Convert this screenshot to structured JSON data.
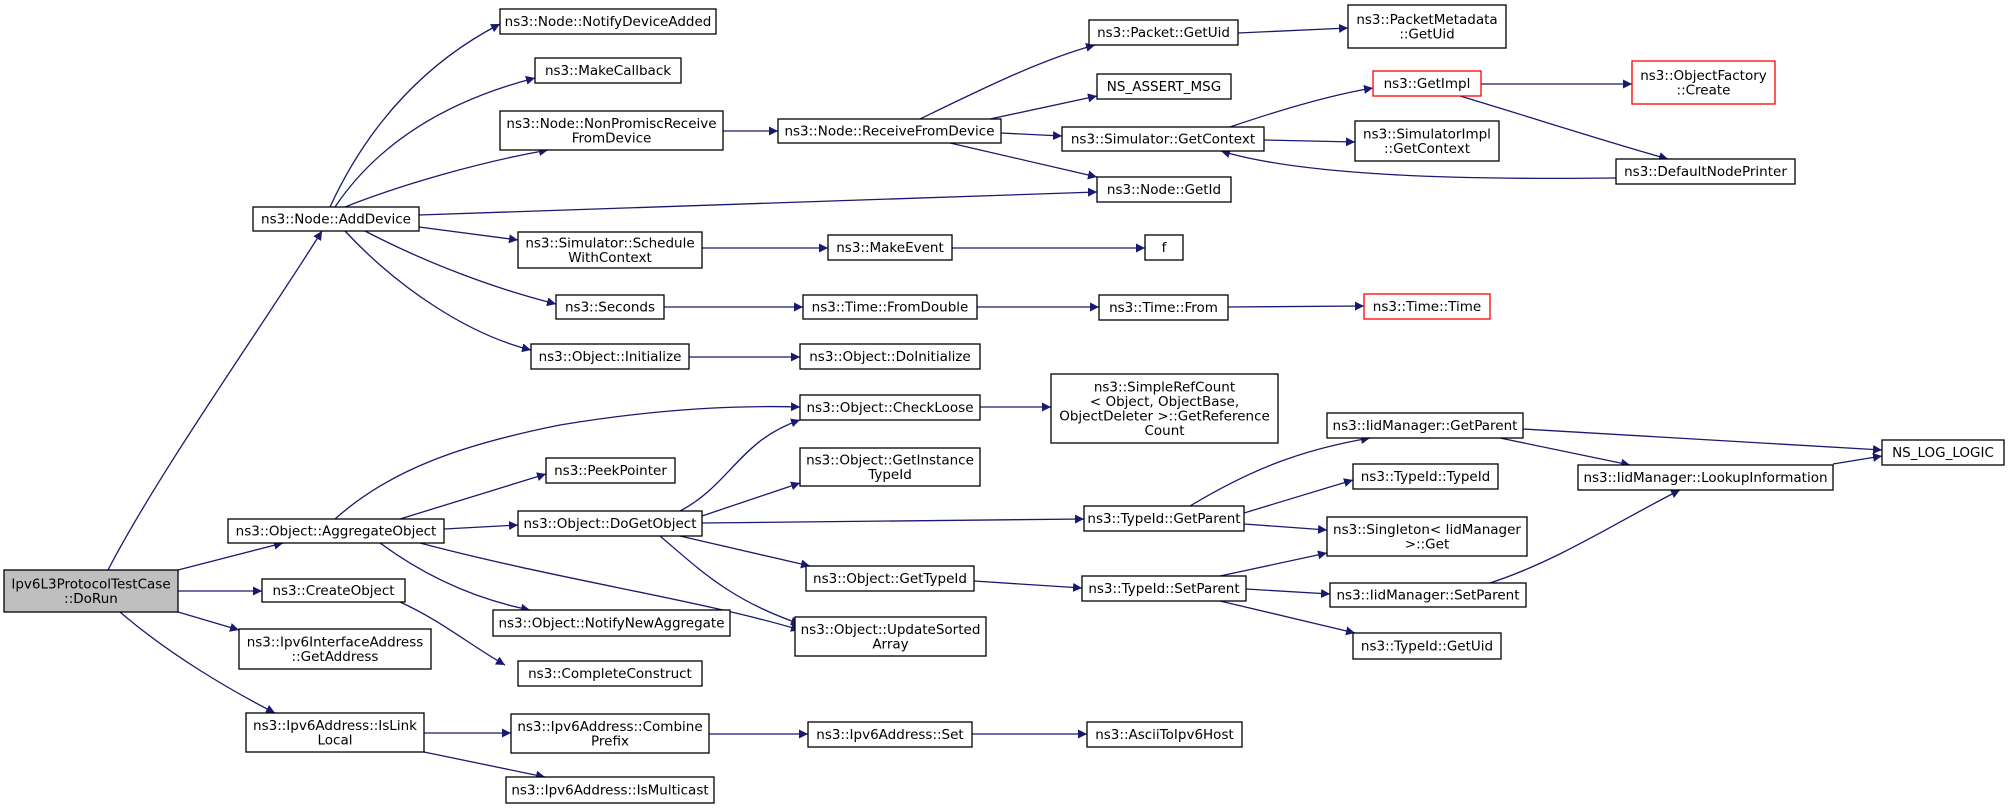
{
  "nodes": {
    "dorun": [
      "Ipv6L3ProtocolTestCase",
      "::DoRun"
    ],
    "nodeAddDevice": [
      "ns3::Node::AddDevice"
    ],
    "aggregateObject": [
      "ns3::Object::AggregateObject"
    ],
    "createObject": [
      "ns3::CreateObject"
    ],
    "ifaceGetAddress": [
      "ns3::Ipv6InterfaceAddress",
      "::GetAddress"
    ],
    "isLinkLocal": [
      "ns3::Ipv6Address::IsLink",
      "Local"
    ],
    "notifyDeviceAdded": [
      "ns3::Node::NotifyDeviceAdded"
    ],
    "makeCallback": [
      "ns3::MakeCallback"
    ],
    "nonPromisc": [
      "ns3::Node::NonPromiscReceive",
      "FromDevice"
    ],
    "scheduleWithContext": [
      "ns3::Simulator::Schedule",
      "WithContext"
    ],
    "seconds": [
      "ns3::Seconds"
    ],
    "objInitialize": [
      "ns3::Object::Initialize"
    ],
    "peekPointer": [
      "ns3::PeekPointer"
    ],
    "doGetObject": [
      "ns3::Object::DoGetObject"
    ],
    "notifyNewAggregate": [
      "ns3::Object::NotifyNewAggregate"
    ],
    "completeConstruct": [
      "ns3::CompleteConstruct"
    ],
    "combinePrefix": [
      "ns3::Ipv6Address::Combine",
      "Prefix"
    ],
    "isMulticast": [
      "ns3::Ipv6Address::IsMulticast"
    ],
    "receiveFromDevice": [
      "ns3::Node::ReceiveFromDevice"
    ],
    "makeEvent": [
      "ns3::MakeEvent"
    ],
    "timeFromDouble": [
      "ns3::Time::FromDouble"
    ],
    "doInitialize": [
      "ns3::Object::DoInitialize"
    ],
    "checkLoose": [
      "ns3::Object::CheckLoose"
    ],
    "getInstanceTypeId": [
      "ns3::Object::GetInstance",
      "TypeId"
    ],
    "getTypeId": [
      "ns3::Object::GetTypeId"
    ],
    "updateSortedArray": [
      "ns3::Object::UpdateSorted",
      "Array"
    ],
    "ipv6Set": [
      "ns3::Ipv6Address::Set"
    ],
    "packetGetUid": [
      "ns3::Packet::GetUid"
    ],
    "assertMsg": [
      "NS_ASSERT_MSG"
    ],
    "simGetContext": [
      "ns3::Simulator::GetContext"
    ],
    "nodeGetId": [
      "ns3::Node::GetId"
    ],
    "f": [
      "f"
    ],
    "timeFrom": [
      "ns3::Time::From"
    ],
    "getReferenceCount": [
      "ns3::SimpleRefCount",
      "< Object, ObjectBase,",
      "ObjectDeleter >::GetReference",
      "Count"
    ],
    "typeIdGetParent": [
      "ns3::TypeId::GetParent"
    ],
    "typeIdSetParent": [
      "ns3::TypeId::SetParent"
    ],
    "asciiToIpv6Host": [
      "ns3::AsciiToIpv6Host"
    ],
    "pmGetUid": [
      "ns3::PacketMetadata",
      "::GetUid"
    ],
    "getImpl": [
      "ns3::GetImpl"
    ],
    "simImplGetContext": [
      "ns3::SimulatorImpl",
      "::GetContext"
    ],
    "timeTime": [
      "ns3::Time::Time"
    ],
    "iidGetParent": [
      "ns3::IidManager::GetParent"
    ],
    "typeIdTypeId": [
      "ns3::TypeId::TypeId"
    ],
    "singletonGet": [
      "ns3::Singleton< IidManager",
      ">::Get"
    ],
    "iidSetParent": [
      "ns3::IidManager::SetParent"
    ],
    "typeIdGetUid": [
      "ns3::TypeId::GetUid"
    ],
    "objFactoryCreate": [
      "ns3::ObjectFactory",
      "::Create"
    ],
    "defaultNodePrinter": [
      "ns3::DefaultNodePrinter"
    ],
    "lookupInformation": [
      "ns3::IidManager::LookupInformation"
    ],
    "nsLogLogic": [
      "NS_LOG_LOGIC"
    ]
  },
  "colors": {
    "edge": "#191970",
    "border": "#000000",
    "truncated_border": "#ff0000",
    "root_fill": "#bfbfbf",
    "node_fill": "#ffffff"
  }
}
